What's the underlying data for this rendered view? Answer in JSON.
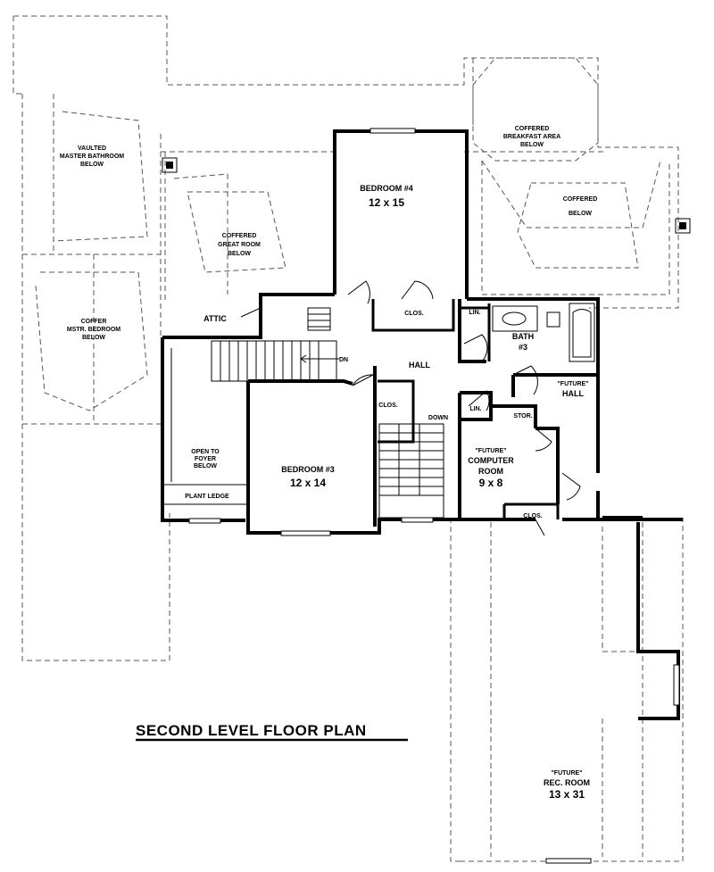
{
  "title": "SECOND LEVEL FLOOR PLAN",
  "rooms": {
    "bedroom4": {
      "name": "BEDROOM #4",
      "size": "12 x 15"
    },
    "bedroom3": {
      "name": "BEDROOM #3",
      "size": "12 x 14"
    },
    "bath3": {
      "name": "BATH",
      "number": "#3"
    },
    "hall": "HALL",
    "future_hall": {
      "tag": "\"FUTURE\"",
      "name": "HALL"
    },
    "computer_room": {
      "tag": "\"FUTURE\"",
      "name1": "COMPUTER",
      "name2": "ROOM",
      "size": "9 x 8"
    },
    "rec_room": {
      "tag": "\"FUTURE\"",
      "name": "REC. ROOM",
      "size": "13 x 31"
    },
    "attic": "ATTIC",
    "clos_a": "CLOS.",
    "clos_b": "CLOS.",
    "clos_c": "CLOS.",
    "lin_a": "LIN.",
    "lin_b": "LIN.",
    "stor": "STOR.",
    "open_foyer": {
      "l1": "OPEN TO",
      "l2": "FOYER",
      "l3": "BELOW"
    },
    "plant_ledge": "PLANT LEDGE",
    "down": "DOWN",
    "dn": "DN"
  },
  "notes": {
    "master_bath": {
      "l1": "VAULTED",
      "l2": "MASTER BATHROOM",
      "l3": "BELOW"
    },
    "master_bed": {
      "l1": "COFFER",
      "l2": "MSTR. BEDROOM",
      "l3": "BELOW"
    },
    "great_room": {
      "l1": "COFFERED",
      "l2": "GREAT ROOM",
      "l3": "BELOW"
    },
    "breakfast": {
      "l1": "COFFERED",
      "l2": "BREAKFAST AREA",
      "l3": "BELOW"
    },
    "coffered": {
      "l1": "COFFERED",
      "l2": "BELOW"
    }
  }
}
